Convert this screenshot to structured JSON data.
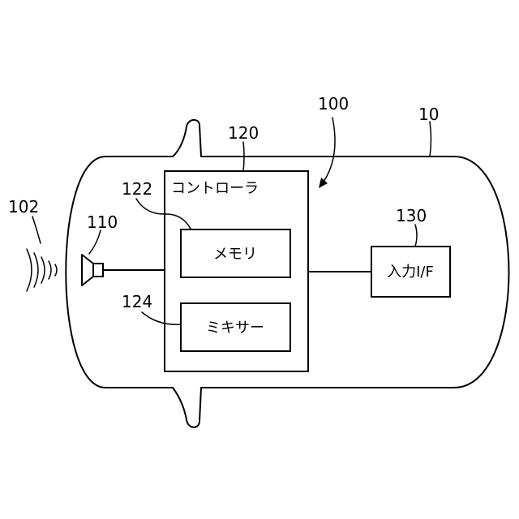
{
  "reference_numbers": {
    "device": "10",
    "system": "100",
    "sound": "102",
    "speaker": "110",
    "controller": "120",
    "memory": "122",
    "mixer": "124",
    "input_if": "130"
  },
  "blocks": {
    "controller_label": "コントローラ",
    "memory_label": "メモリ",
    "mixer_label": "ミキサー",
    "input_if_label": "入力I/F"
  },
  "icons": {
    "speaker": "speaker-icon",
    "sound_waves": "sound-wave-icon"
  },
  "colors": {
    "line": "#000000",
    "background": "#ffffff"
  }
}
